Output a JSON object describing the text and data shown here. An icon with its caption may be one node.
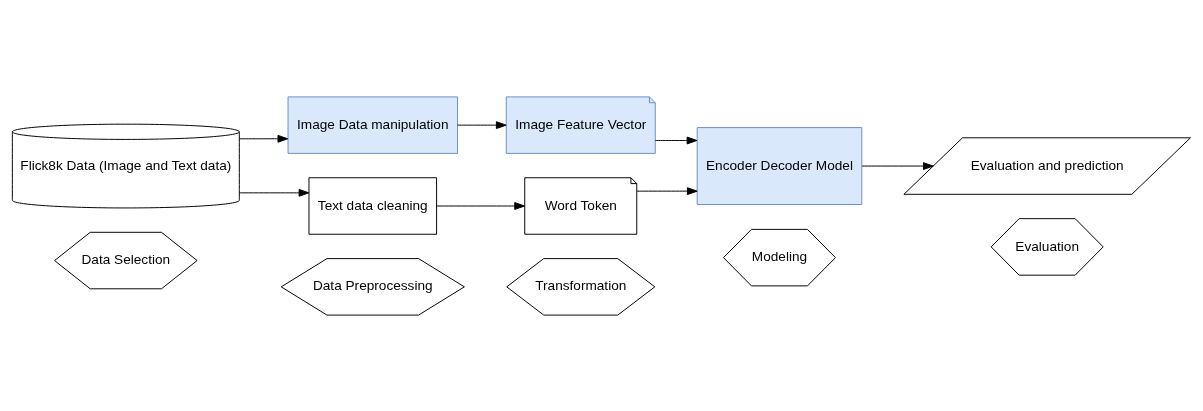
{
  "diagram": {
    "nodes": [
      {
        "text": [
          "Data Selection"
        ]
      },
      {
        "text": [
          "Data Preprocessing"
        ]
      },
      {
        "text": [
          "Transformation"
        ]
      },
      {
        "text": [
          "Modeling"
        ]
      },
      {
        "text": [
          "Evaluation"
        ]
      },
      {
        "text": [
          "Flick8k Data (Image and Text data)"
        ]
      },
      {
        "text": [
          "Image Data manipulation"
        ]
      },
      {
        "text": [
          "Image Feature Vector"
        ]
      },
      {
        "text": [
          "Encoder Decoder Model"
        ]
      },
      {
        "text": [
          "Evaluation and prediction"
        ]
      },
      {
        "text": [
          "Text data cleaning"
        ]
      },
      {
        "text": [
          "Word Token"
        ]
      }
    ],
    "edges": [
      {
        "from": 5,
        "to": 6,
        "arrow": "to"
      },
      {
        "from": 5,
        "to": 10,
        "arrow": "to"
      },
      {
        "from": 6,
        "to": 7,
        "arrow": "to"
      },
      {
        "from": 10,
        "to": 11,
        "arrow": "to"
      },
      {
        "from": 7,
        "to": 8,
        "arrow": "to"
      },
      {
        "from": 11,
        "to": 8,
        "arrow": "to"
      },
      {
        "from": 8,
        "to": 9,
        "arrow": "to"
      }
    ]
  }
}
